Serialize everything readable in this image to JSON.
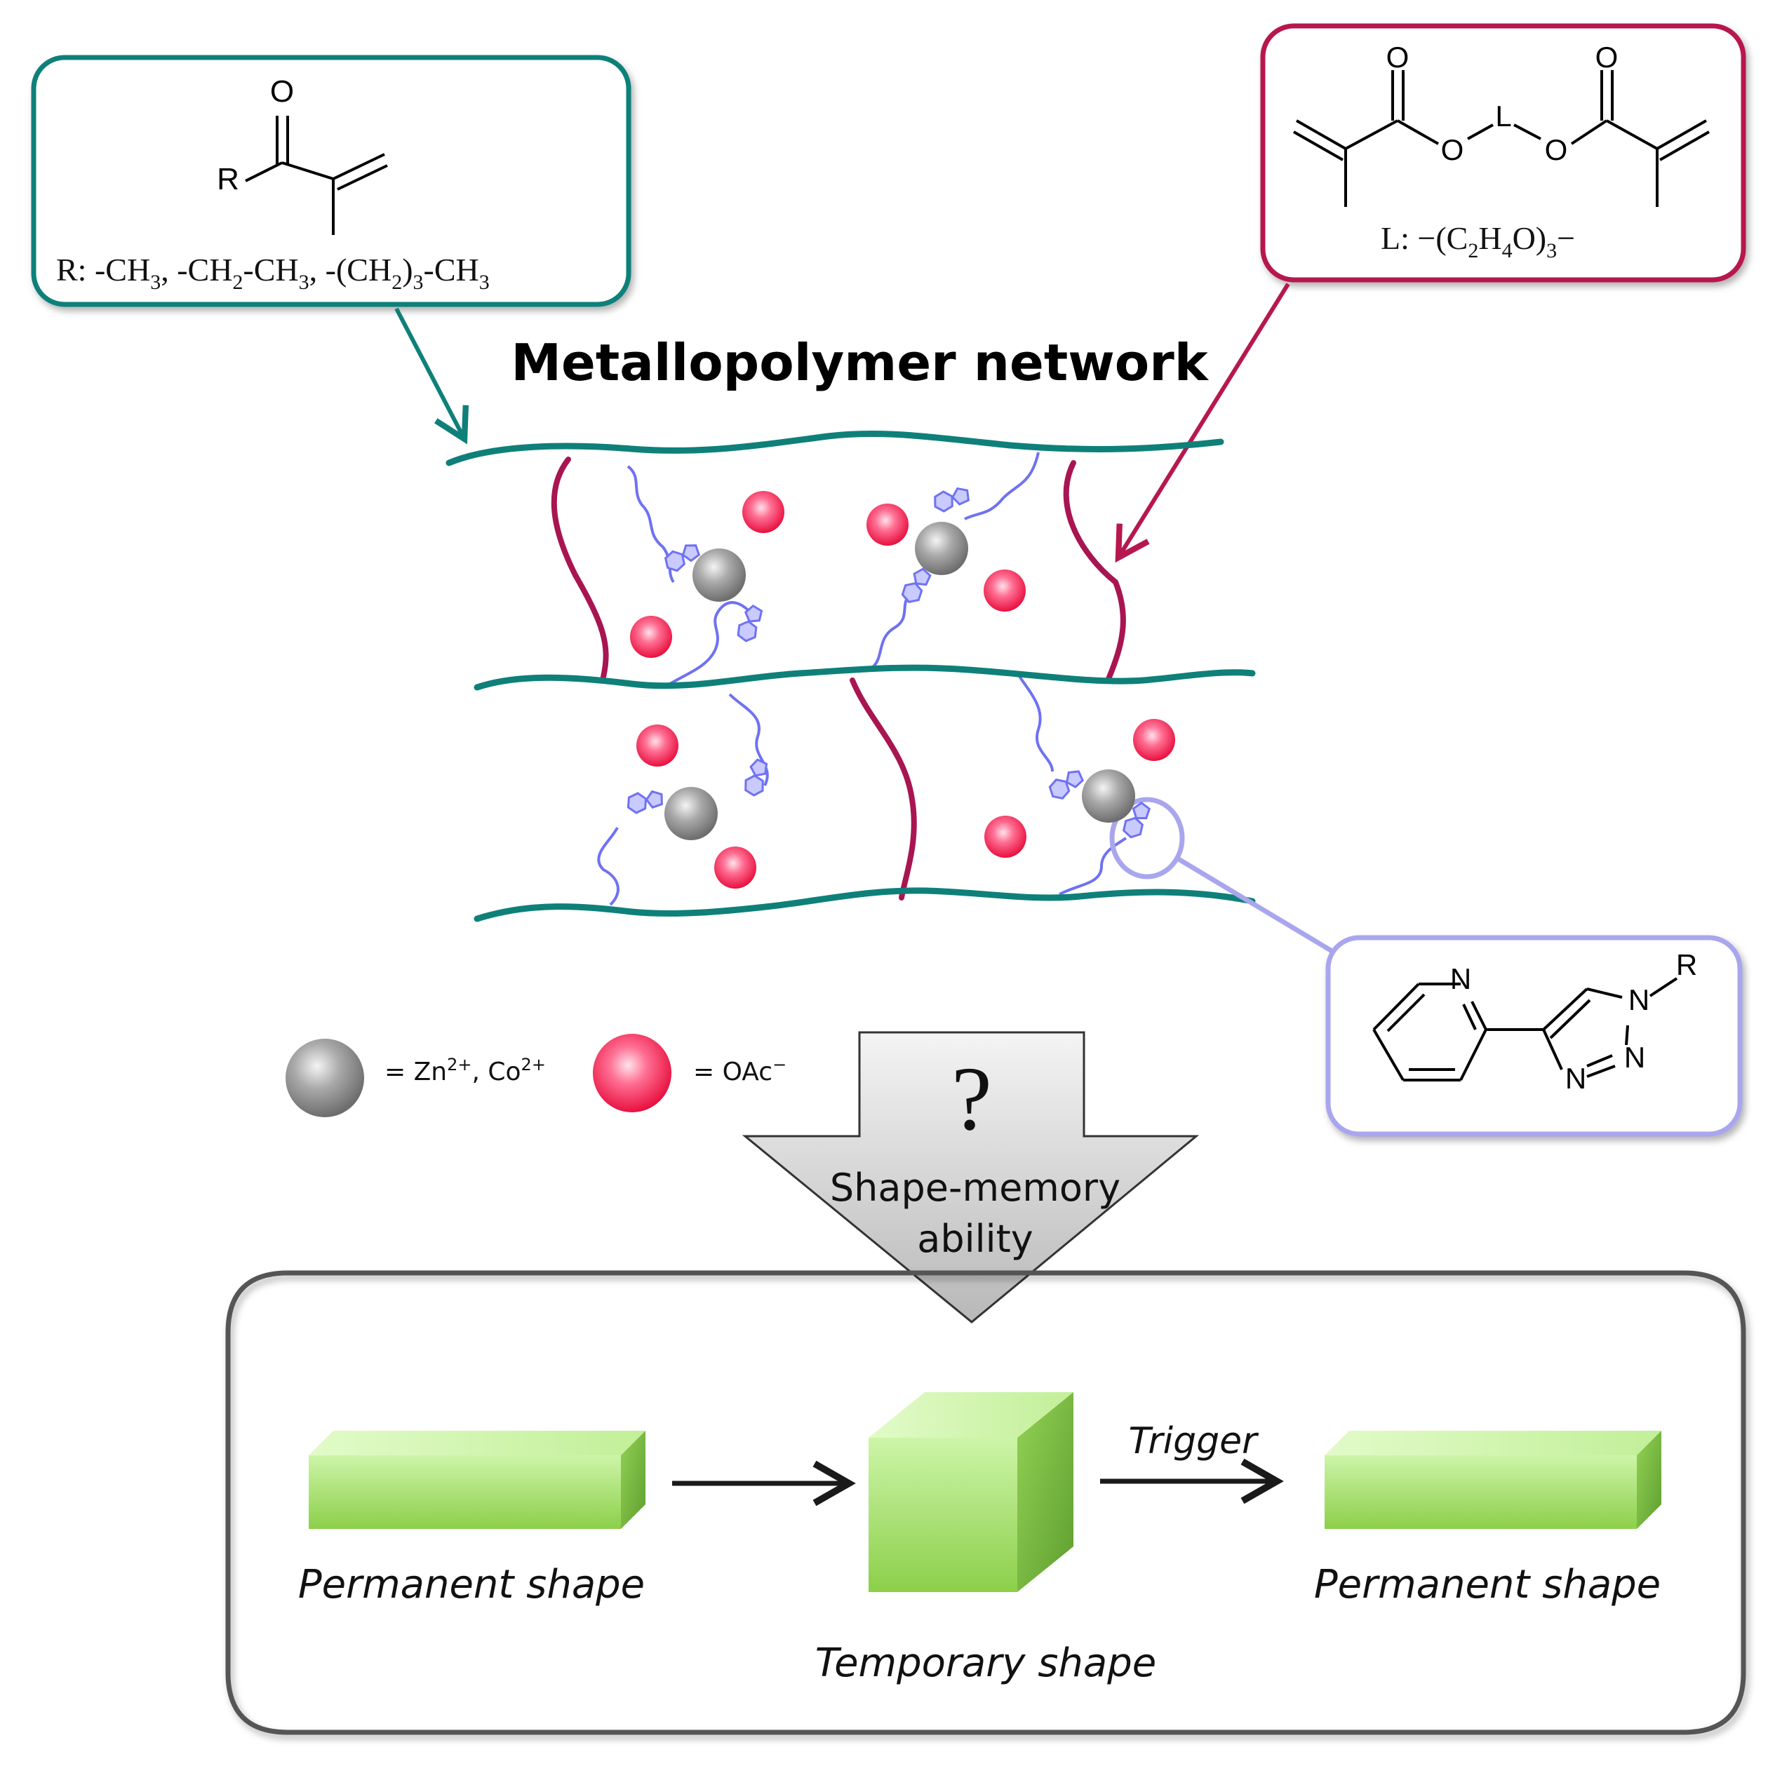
{
  "title": "Metallopolymer network",
  "monomer": {
    "r_atom": "R",
    "o_atom": "O",
    "r_caption_prefix": "R: -CH",
    "sub_3": "3",
    "sub_2": "2",
    "sep_1": ", -CH",
    "dash_ch": "-CH",
    "sep_2": ", -(CH",
    "close_paren": ")"
  },
  "crosslinker": {
    "o_atom": "O",
    "l_atom": "L",
    "l_caption_prefix": "L: −(C",
    "sub_2": "2",
    "h": "H",
    "sub_4": "4",
    "o_close": "O)",
    "sub_3": "3",
    "tail": "−"
  },
  "ligand": {
    "n_atom": "N",
    "r_atom": "R"
  },
  "legend": {
    "metal_prefix": "= Zn",
    "metal_charge": "2+",
    "metal_sep": ", Co",
    "anion_label": "= OAc",
    "anion_charge": "−"
  },
  "arrow": {
    "question": "?",
    "line_1": "Shape-memory",
    "line_2": "ability"
  },
  "shape_memory": {
    "permanent_left": "Permanent shape",
    "temporary": "Temporary shape",
    "trigger": "Trigger",
    "permanent_right": "Permanent shape"
  },
  "colors": {
    "backbone": "#0e8079",
    "crosslink": "#a81550",
    "ligand_chain": "#6f72f2",
    "ligand_box": "#a9a6ee",
    "monomer_box": "#0e8079",
    "crosslinker_box": "#b7174f",
    "metal_ion": "#8f8f8f",
    "acetate": "#f0305a",
    "frame": "#555555",
    "block_green": "#9fdf5a"
  }
}
